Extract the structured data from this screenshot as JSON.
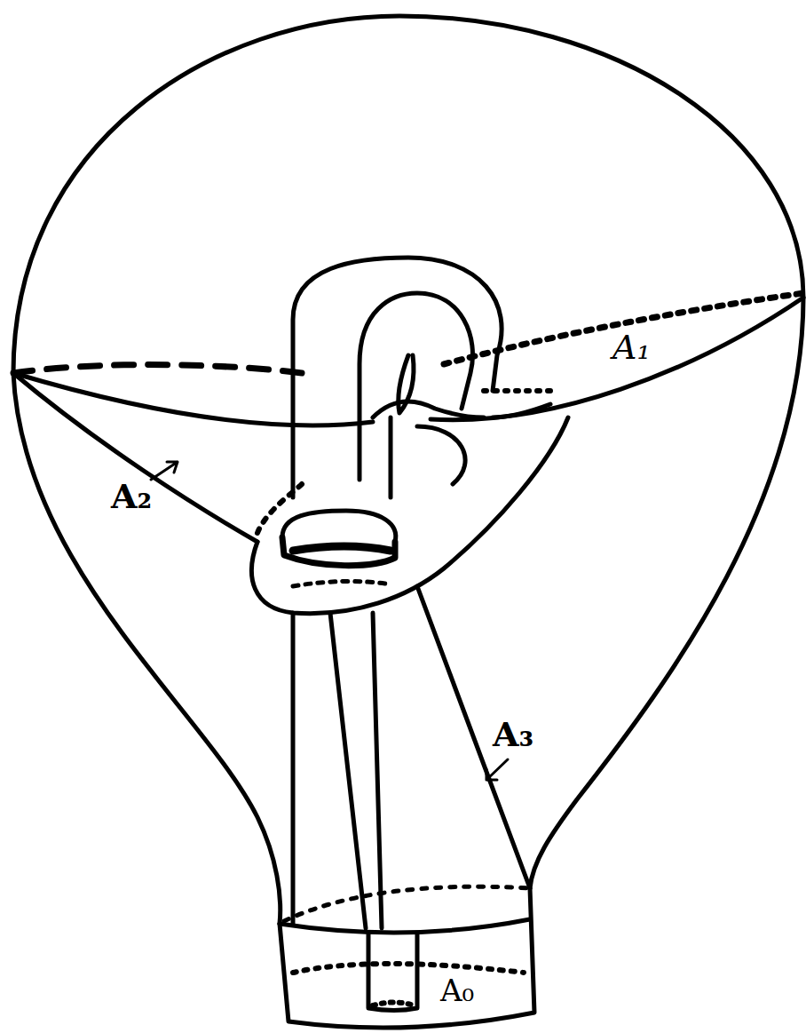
{
  "diagram": {
    "labels": [
      "A₁",
      "A₂",
      "A₃",
      "A₀"
    ]
  }
}
